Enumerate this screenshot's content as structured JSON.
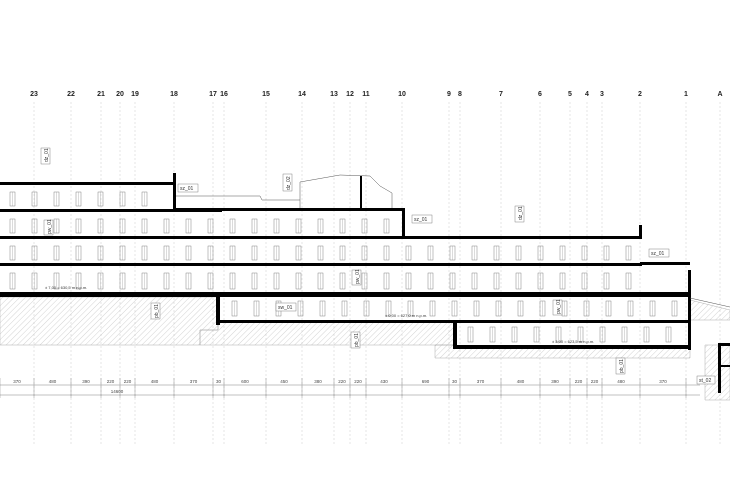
{
  "axes": {
    "labels": [
      "23",
      "22",
      "21",
      "20",
      "19",
      "18",
      "17",
      "16",
      "15",
      "14",
      "13",
      "12",
      "11",
      "10",
      "9",
      "8",
      "7",
      "6",
      "5",
      "4",
      "3",
      "2",
      "1",
      "A"
    ]
  },
  "dimensions": {
    "segments": [
      "370",
      "480",
      "390",
      "220",
      "220",
      "480",
      "370",
      "30",
      "600",
      "450",
      "380",
      "220",
      "220",
      "430",
      "690",
      "30",
      "370",
      "480",
      "390",
      "220",
      "220",
      "480",
      "370"
    ],
    "total": "14600"
  },
  "tags": {
    "dz_01_left": "dz_01",
    "sz_01_a": "sz_01",
    "dz_02": "dz_02",
    "sz_01_b": "sz_01",
    "dz_01_right": "dz_01",
    "sz_01_c": "sz_01",
    "pw_01_a": "pw_01",
    "pw_01_b": "pw_01",
    "pw_01_c": "pw_01",
    "pb_01_a": "pb_01",
    "sw_01": "sw_01",
    "pb_01_b": "pb_01",
    "pb_01_c": "pb_01",
    "st_02": "st_02"
  },
  "levels": {
    "level_left": "± 7,00 = 630,5 m n.p.m.",
    "level_mid": "± 0,00 = 627,0 m n.p.m.",
    "level_right": "± 3,00 = 623,5 m n.p.m."
  }
}
